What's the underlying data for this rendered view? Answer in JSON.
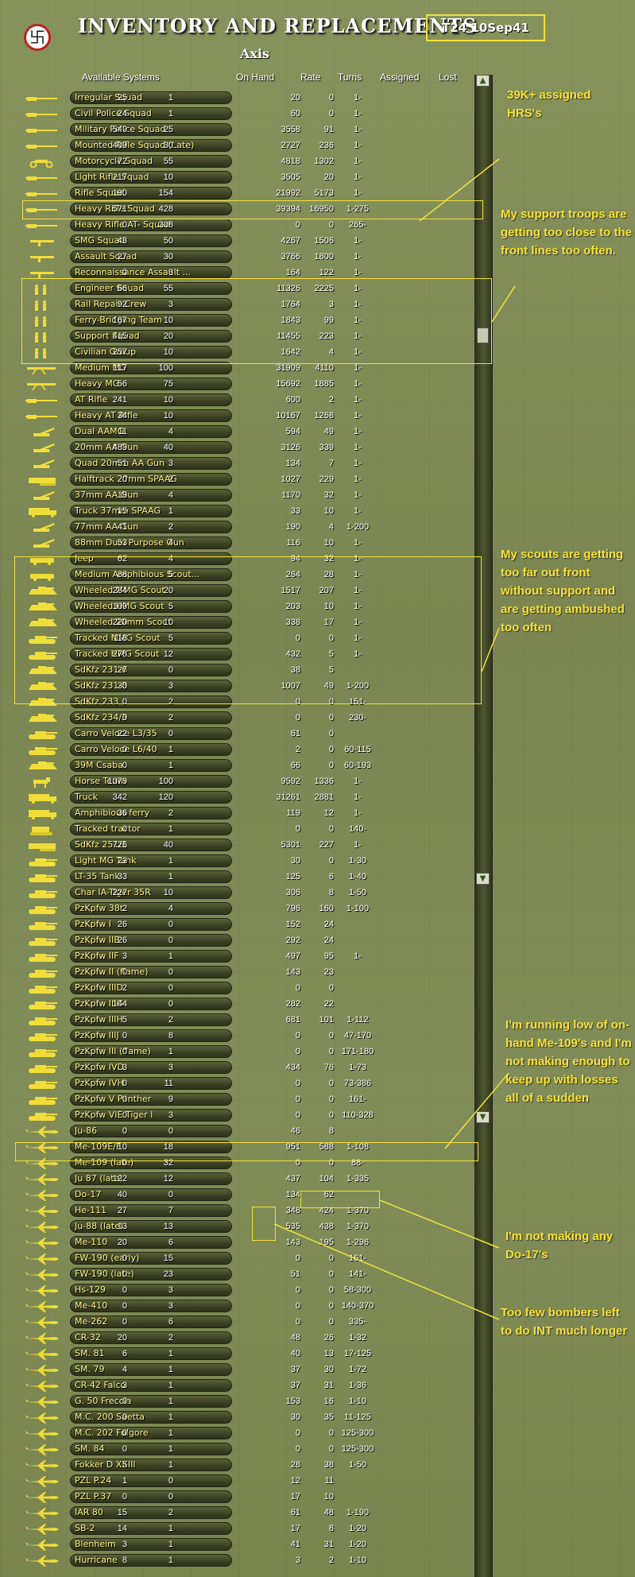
{
  "header": {
    "title": "INVENTORY AND REPLACEMENTS",
    "turn": "T24  10Sep41",
    "side": "Axis",
    "emblem_icon": "swastika-emblem-icon"
  },
  "columns": {
    "system": "Available Systems",
    "on_hand": "On Hand",
    "rate": "Rate",
    "turns": "Turns",
    "assigned": "Assigned",
    "lost": "Lost"
  },
  "colors": {
    "accent": "#f2e23a",
    "name_text": "#fff38a"
  },
  "rows": [
    {
      "name": "Irregular Squad",
      "on_hand": "25",
      "rate": "1",
      "turns": "1-",
      "assigned": "20",
      "lost": "0",
      "icon": "rifle-icon"
    },
    {
      "name": "Civil Police Squad",
      "on_hand": "24",
      "rate": "1",
      "turns": "1-",
      "assigned": "60",
      "lost": "0",
      "icon": "rifle-icon"
    },
    {
      "name": "Military Police Squad",
      "on_hand": "549",
      "rate": "25",
      "turns": "1-",
      "assigned": "3558",
      "lost": "91",
      "icon": "rifle-icon"
    },
    {
      "name": "Mounted Rifle Squad (Late)",
      "on_hand": "409",
      "rate": "30",
      "turns": "1-",
      "assigned": "2727",
      "lost": "236",
      "icon": "rifle-icon"
    },
    {
      "name": "Motorcycle Squad",
      "on_hand": "72",
      "rate": "55",
      "turns": "1-",
      "assigned": "4818",
      "lost": "1302",
      "icon": "motorcycle-icon"
    },
    {
      "name": "Light Rifle Squad",
      "on_hand": "217",
      "rate": "10",
      "turns": "1-",
      "assigned": "3505",
      "lost": "20",
      "icon": "rifle-icon"
    },
    {
      "name": "Rifle Squad",
      "on_hand": "190",
      "rate": "154",
      "turns": "1-",
      "assigned": "21992",
      "lost": "5173",
      "icon": "rifle-icon"
    },
    {
      "name": "Heavy Rifle Squad",
      "on_hand": "571",
      "rate": "428",
      "turns": "1-275",
      "assigned": "39394",
      "lost": "16950",
      "icon": "rifle-icon"
    },
    {
      "name": "Heavy Rifle AT- Squad",
      "on_hand": "0",
      "rate": "308",
      "turns": "265-",
      "assigned": "0",
      "lost": "0",
      "icon": "rifle-icon"
    },
    {
      "name": "SMG Squad",
      "on_hand": "43",
      "rate": "50",
      "turns": "1-",
      "assigned": "4267",
      "lost": "1506",
      "icon": "smg-icon"
    },
    {
      "name": "Assault Squad",
      "on_hand": "27",
      "rate": "30",
      "turns": "1-",
      "assigned": "3766",
      "lost": "1800",
      "icon": "smg-icon"
    },
    {
      "name": "Reconnaissance Assault ...",
      "on_hand": "0",
      "rate": "3",
      "turns": "1-",
      "assigned": "164",
      "lost": "122",
      "icon": "smg-icon"
    },
    {
      "name": "Engineer Squad",
      "on_hand": "66",
      "rate": "55",
      "turns": "1-",
      "assigned": "11326",
      "lost": "2225",
      "icon": "soldiers-icon"
    },
    {
      "name": "Rail Repair Crew",
      "on_hand": "92",
      "rate": "3",
      "turns": "1-",
      "assigned": "1764",
      "lost": "3",
      "icon": "soldiers-icon"
    },
    {
      "name": "Ferry-Bridging Team",
      "on_hand": "167",
      "rate": "10",
      "turns": "1-",
      "assigned": "1843",
      "lost": "99",
      "icon": "soldiers-icon"
    },
    {
      "name": "Support Squad",
      "on_hand": "415",
      "rate": "20",
      "turns": "1-",
      "assigned": "11455",
      "lost": "223",
      "icon": "soldiers-icon"
    },
    {
      "name": "Civilian Group",
      "on_hand": "257",
      "rate": "10",
      "turns": "1-",
      "assigned": "1642",
      "lost": "4",
      "icon": "soldiers-icon"
    },
    {
      "name": "Medium MG",
      "on_hand": "117",
      "rate": "100",
      "turns": "1-",
      "assigned": "31909",
      "lost": "4110",
      "icon": "machine-gun-icon"
    },
    {
      "name": "Heavy MG",
      "on_hand": "56",
      "rate": "75",
      "turns": "1-",
      "assigned": "15692",
      "lost": "1885",
      "icon": "machine-gun-icon"
    },
    {
      "name": "AT Rifle",
      "on_hand": "241",
      "rate": "10",
      "turns": "1-",
      "assigned": "600",
      "lost": "2",
      "icon": "rifle-icon"
    },
    {
      "name": "Heavy AT Rifle",
      "on_hand": "34",
      "rate": "10",
      "turns": "1-",
      "assigned": "10167",
      "lost": "1268",
      "icon": "rifle-icon"
    },
    {
      "name": "Dual AAMG",
      "on_hand": "11",
      "rate": "4",
      "turns": "1-",
      "assigned": "594",
      "lost": "49",
      "icon": "aa-gun-icon"
    },
    {
      "name": "20mm AA Gun",
      "on_hand": "489",
      "rate": "40",
      "turns": "1-",
      "assigned": "3126",
      "lost": "339",
      "icon": "aa-gun-icon"
    },
    {
      "name": "Quad 20mm AA Gun",
      "on_hand": "51",
      "rate": "3",
      "turns": "1-",
      "assigned": "134",
      "lost": "7",
      "icon": "aa-gun-icon"
    },
    {
      "name": "Halftrack 20mm SPAAG",
      "on_hand": "0",
      "rate": "2",
      "turns": "1-",
      "assigned": "1027",
      "lost": "229",
      "icon": "halftrack-icon"
    },
    {
      "name": "37mm AA Gun",
      "on_hand": "19",
      "rate": "4",
      "turns": "1-",
      "assigned": "1170",
      "lost": "32",
      "icon": "aa-gun-icon"
    },
    {
      "name": "Truck 37mm SPAAG",
      "on_hand": "15",
      "rate": "1",
      "turns": "1-",
      "assigned": "33",
      "lost": "10",
      "icon": "truck-icon"
    },
    {
      "name": "77mm AA Gun",
      "on_hand": "41",
      "rate": "2",
      "turns": "1-200",
      "assigned": "190",
      "lost": "4",
      "icon": "aa-gun-icon"
    },
    {
      "name": "88mm Dual Purpose Gun",
      "on_hand": "53",
      "rate": "4",
      "turns": "1-",
      "assigned": "116",
      "lost": "10",
      "icon": "aa-gun-icon"
    },
    {
      "name": "Jeep",
      "on_hand": "62",
      "rate": "4",
      "turns": "1-",
      "assigned": "94",
      "lost": "32",
      "icon": "car-icon"
    },
    {
      "name": "Medium Amphibious Scout...",
      "on_hand": "88",
      "rate": "5",
      "turns": "1-",
      "assigned": "264",
      "lost": "28",
      "icon": "car-icon"
    },
    {
      "name": "Wheeled MMG Scout",
      "on_hand": "284",
      "rate": "20",
      "turns": "1-",
      "assigned": "1517",
      "lost": "207",
      "icon": "armored-car-icon"
    },
    {
      "name": "Wheeled HMG Scout",
      "on_hand": "109",
      "rate": "5",
      "turns": "1-",
      "assigned": "203",
      "lost": "10",
      "icon": "armored-car-icon"
    },
    {
      "name": "Wheeled 20mm Scout",
      "on_hand": "220",
      "rate": "10",
      "turns": "1-",
      "assigned": "338",
      "lost": "17",
      "icon": "armored-car-icon"
    },
    {
      "name": "Tracked MMG Scout",
      "on_hand": "118",
      "rate": "5",
      "turns": "1-",
      "assigned": "0",
      "lost": "0",
      "icon": "tank-icon"
    },
    {
      "name": "Tracked HMG Scout",
      "on_hand": "276",
      "rate": "12",
      "turns": "1-",
      "assigned": "432",
      "lost": "5",
      "icon": "tank-icon"
    },
    {
      "name": "SdKfz 231-6",
      "on_hand": "27",
      "rate": "0",
      "turns": "",
      "assigned": "38",
      "lost": "5",
      "icon": "armored-car-icon"
    },
    {
      "name": "SdKfz 231-8",
      "on_hand": "30",
      "rate": "3",
      "turns": "1-200",
      "assigned": "1007",
      "lost": "49",
      "icon": "armored-car-icon"
    },
    {
      "name": "SdKfz 233",
      "on_hand": "0",
      "rate": "2",
      "turns": "151-",
      "assigned": "0",
      "lost": "0",
      "icon": "armored-car-icon"
    },
    {
      "name": "SdKfz 234/3",
      "on_hand": "0",
      "rate": "2",
      "turns": "230-",
      "assigned": "0",
      "lost": "0",
      "icon": "armored-car-icon"
    },
    {
      "name": "Carro Veloce L3/35",
      "on_hand": "22",
      "rate": "0",
      "turns": "",
      "assigned": "61",
      "lost": "0",
      "icon": "tank-icon"
    },
    {
      "name": "Carro Veloce L6/40",
      "on_hand": "0",
      "rate": "1",
      "turns": "60-115",
      "assigned": "2",
      "lost": "0",
      "icon": "tank-icon"
    },
    {
      "name": "39M Csaba",
      "on_hand": "0",
      "rate": "1",
      "turns": "60-193",
      "assigned": "66",
      "lost": "0",
      "icon": "armored-car-icon"
    },
    {
      "name": "Horse Team",
      "on_hand": "1079",
      "rate": "100",
      "turns": "1-",
      "assigned": "9592",
      "lost": "1336",
      "icon": "horse-icon"
    },
    {
      "name": "Truck",
      "on_hand": "342",
      "rate": "120",
      "turns": "1-",
      "assigned": "31261",
      "lost": "2881",
      "icon": "truck-icon"
    },
    {
      "name": "Amphibious ferry",
      "on_hand": "36",
      "rate": "2",
      "turns": "1-",
      "assigned": "119",
      "lost": "12",
      "icon": "truck-icon"
    },
    {
      "name": "Tracked tractor",
      "on_hand": "0",
      "rate": "1",
      "turns": "140-",
      "assigned": "0",
      "lost": "0",
      "icon": "tractor-icon"
    },
    {
      "name": "SdKfz 251/1",
      "on_hand": "726",
      "rate": "40",
      "turns": "1-",
      "assigned": "5301",
      "lost": "227",
      "icon": "halftrack-icon"
    },
    {
      "name": "Light MG Tank",
      "on_hand": "23",
      "rate": "1",
      "turns": "1-30",
      "assigned": "30",
      "lost": "0",
      "icon": "tank-icon"
    },
    {
      "name": "LT-35 Tank",
      "on_hand": "33",
      "rate": "1",
      "turns": "1-40",
      "assigned": "125",
      "lost": "6",
      "icon": "tank-icon"
    },
    {
      "name": "Char IA-Tiger 35R",
      "on_hand": "227",
      "rate": "10",
      "turns": "1-50",
      "assigned": "306",
      "lost": "8",
      "icon": "tank-icon"
    },
    {
      "name": "PzKpfw 38t",
      "on_hand": "2",
      "rate": "4",
      "turns": "1-100",
      "assigned": "796",
      "lost": "160",
      "icon": "tank-icon"
    },
    {
      "name": "PzKpfw I",
      "on_hand": "26",
      "rate": "0",
      "turns": "",
      "assigned": "152",
      "lost": "24",
      "icon": "tank-icon"
    },
    {
      "name": "PzKpfw IIB",
      "on_hand": "26",
      "rate": "0",
      "turns": "",
      "assigned": "292",
      "lost": "24",
      "icon": "tank-icon"
    },
    {
      "name": "PzKpfw IIF",
      "on_hand": "3",
      "rate": "1",
      "turns": "1-",
      "assigned": "497",
      "lost": "95",
      "icon": "tank-icon"
    },
    {
      "name": "PzKpfw II (flame)",
      "on_hand": "0",
      "rate": "0",
      "turns": "",
      "assigned": "143",
      "lost": "23",
      "icon": "tank-icon"
    },
    {
      "name": "PzKpfw IIID",
      "on_hand": "2",
      "rate": "0",
      "turns": "",
      "assigned": "0",
      "lost": "0",
      "icon": "tank-icon"
    },
    {
      "name": "PzKpfw IIIG",
      "on_hand": "144",
      "rate": "0",
      "turns": "",
      "assigned": "282",
      "lost": "22",
      "icon": "tank-icon"
    },
    {
      "name": "PzKpfw IIIH",
      "on_hand": "5",
      "rate": "2",
      "turns": "1-112",
      "assigned": "681",
      "lost": "101",
      "icon": "tank-icon"
    },
    {
      "name": "PzKpfw IIIJ",
      "on_hand": "0",
      "rate": "8",
      "turns": "47-170",
      "assigned": "0",
      "lost": "0",
      "icon": "tank-icon"
    },
    {
      "name": "PzKpfw III (flame)",
      "on_hand": "0",
      "rate": "1",
      "turns": "171-180",
      "assigned": "0",
      "lost": "0",
      "icon": "tank-icon"
    },
    {
      "name": "PzKpfw IVD",
      "on_hand": "3",
      "rate": "3",
      "turns": "1-73",
      "assigned": "434",
      "lost": "76",
      "icon": "tank-icon"
    },
    {
      "name": "PzKpfw IVH",
      "on_hand": "0",
      "rate": "11",
      "turns": "73-386",
      "assigned": "0",
      "lost": "0",
      "icon": "tank-icon"
    },
    {
      "name": "PzKpfw V Panther",
      "on_hand": "0",
      "rate": "9",
      "turns": "161-",
      "assigned": "0",
      "lost": "0",
      "icon": "tank-icon"
    },
    {
      "name": "PzKpfw VIE Tiger I",
      "on_hand": "0",
      "rate": "3",
      "turns": "110-328",
      "assigned": "0",
      "lost": "0",
      "icon": "tank-icon"
    },
    {
      "name": "Ju-86",
      "on_hand": "0",
      "rate": "0",
      "turns": "",
      "assigned": "46",
      "lost": "8",
      "icon": "aircraft-icon"
    },
    {
      "name": "Me-109E/F",
      "on_hand": "10",
      "rate": "18",
      "turns": "1-108",
      "assigned": "951",
      "lost": "588",
      "icon": "aircraft-icon"
    },
    {
      "name": "Me-109 (late)",
      "on_hand": "0",
      "rate": "32",
      "turns": "88-",
      "assigned": "0",
      "lost": "0",
      "icon": "aircraft-icon"
    },
    {
      "name": "Ju 87 (late)",
      "on_hand": "122",
      "rate": "12",
      "turns": "1-335",
      "assigned": "437",
      "lost": "104",
      "icon": "aircraft-icon"
    },
    {
      "name": "Do-17",
      "on_hand": "40",
      "rate": "0",
      "turns": "",
      "assigned": "134",
      "lost": "62",
      "icon": "aircraft-icon"
    },
    {
      "name": "He-111",
      "on_hand": "27",
      "rate": "7",
      "turns": "1-370",
      "assigned": "348",
      "lost": "424",
      "icon": "aircraft-icon"
    },
    {
      "name": "Ju-88 (late)",
      "on_hand": "13",
      "rate": "13",
      "turns": "1-370",
      "assigned": "535",
      "lost": "438",
      "icon": "aircraft-icon"
    },
    {
      "name": "Me-110",
      "on_hand": "20",
      "rate": "6",
      "turns": "1-296",
      "assigned": "143",
      "lost": "195",
      "icon": "aircraft-icon"
    },
    {
      "name": "FW-190 (early)",
      "on_hand": "0",
      "rate": "15",
      "turns": "161-",
      "assigned": "0",
      "lost": "0",
      "icon": "aircraft-icon"
    },
    {
      "name": "FW-190 (late)",
      "on_hand": "0",
      "rate": "23",
      "turns": "141-",
      "assigned": "51",
      "lost": "0",
      "icon": "aircraft-icon"
    },
    {
      "name": "Hs-129",
      "on_hand": "0",
      "rate": "3",
      "turns": "58-300",
      "assigned": "0",
      "lost": "0",
      "icon": "aircraft-icon"
    },
    {
      "name": "Me-410",
      "on_hand": "0",
      "rate": "3",
      "turns": "140-370",
      "assigned": "0",
      "lost": "0",
      "icon": "aircraft-icon"
    },
    {
      "name": "Me-262",
      "on_hand": "0",
      "rate": "6",
      "turns": "335-",
      "assigned": "0",
      "lost": "0",
      "icon": "aircraft-icon"
    },
    {
      "name": "CR-32",
      "on_hand": "20",
      "rate": "2",
      "turns": "1-32",
      "assigned": "48",
      "lost": "26",
      "icon": "aircraft-icon"
    },
    {
      "name": "SM. 81",
      "on_hand": "6",
      "rate": "1",
      "turns": "17-125",
      "assigned": "40",
      "lost": "13",
      "icon": "aircraft-icon"
    },
    {
      "name": "SM. 79",
      "on_hand": "4",
      "rate": "1",
      "turns": "1-72",
      "assigned": "37",
      "lost": "30",
      "icon": "aircraft-icon"
    },
    {
      "name": "CR-42 Falco",
      "on_hand": "3",
      "rate": "1",
      "turns": "1-36",
      "assigned": "37",
      "lost": "31",
      "icon": "aircraft-icon"
    },
    {
      "name": "G. 50 Freccia",
      "on_hand": "0",
      "rate": "1",
      "turns": "1-10",
      "assigned": "153",
      "lost": "16",
      "icon": "aircraft-icon"
    },
    {
      "name": "M.C. 200 Saetta",
      "on_hand": "0",
      "rate": "1",
      "turns": "11-125",
      "assigned": "30",
      "lost": "35",
      "icon": "aircraft-icon"
    },
    {
      "name": "M.C. 202 Folgore",
      "on_hand": "0",
      "rate": "1",
      "turns": "125-300",
      "assigned": "0",
      "lost": "0",
      "icon": "aircraft-icon"
    },
    {
      "name": "SM. 84",
      "on_hand": "0",
      "rate": "1",
      "turns": "125-300",
      "assigned": "0",
      "lost": "0",
      "icon": "aircraft-icon"
    },
    {
      "name": "Fokker D XXIII",
      "on_hand": "5",
      "rate": "1",
      "turns": "1-50",
      "assigned": "28",
      "lost": "38",
      "icon": "aircraft-icon"
    },
    {
      "name": "PZL P.24",
      "on_hand": "1",
      "rate": "0",
      "turns": "",
      "assigned": "12",
      "lost": "11",
      "icon": "aircraft-icon"
    },
    {
      "name": "PZL P.37",
      "on_hand": "0",
      "rate": "0",
      "turns": "",
      "assigned": "17",
      "lost": "10",
      "icon": "aircraft-icon"
    },
    {
      "name": "IAR 80",
      "on_hand": "15",
      "rate": "2",
      "turns": "1-190",
      "assigned": "61",
      "lost": "48",
      "icon": "aircraft-icon"
    },
    {
      "name": "SB-2",
      "on_hand": "14",
      "rate": "1",
      "turns": "1-20",
      "assigned": "17",
      "lost": "8",
      "icon": "aircraft-icon"
    },
    {
      "name": "Blenheim",
      "on_hand": "3",
      "rate": "1",
      "turns": "1-20",
      "assigned": "41",
      "lost": "31",
      "icon": "aircraft-icon"
    },
    {
      "name": "Hurricane",
      "on_hand": "8",
      "rate": "1",
      "turns": "1-10",
      "assigned": "3",
      "lost": "2",
      "icon": "aircraft-icon"
    }
  ],
  "annotations": [
    {
      "id": "hrs",
      "text": "39K+ assigned HRS's"
    },
    {
      "id": "support",
      "text": "My support troops are getting too close to the front lines too often."
    },
    {
      "id": "scouts",
      "text": "My scouts are getting too far out front without support and are getting ambushed too often"
    },
    {
      "id": "me109",
      "text": "I'm running low of on-hand Me-109's and I'm not making enough to keep up with losses all of a sudden"
    },
    {
      "id": "do17",
      "text": "I'm not making any Do-17's"
    },
    {
      "id": "bombers",
      "text": "Too few bombers left to do INT much longer"
    }
  ],
  "scrollbar": {
    "up_icon": "scroll-up-arrow-icon",
    "down_icon": "scroll-down-arrow-icon"
  }
}
